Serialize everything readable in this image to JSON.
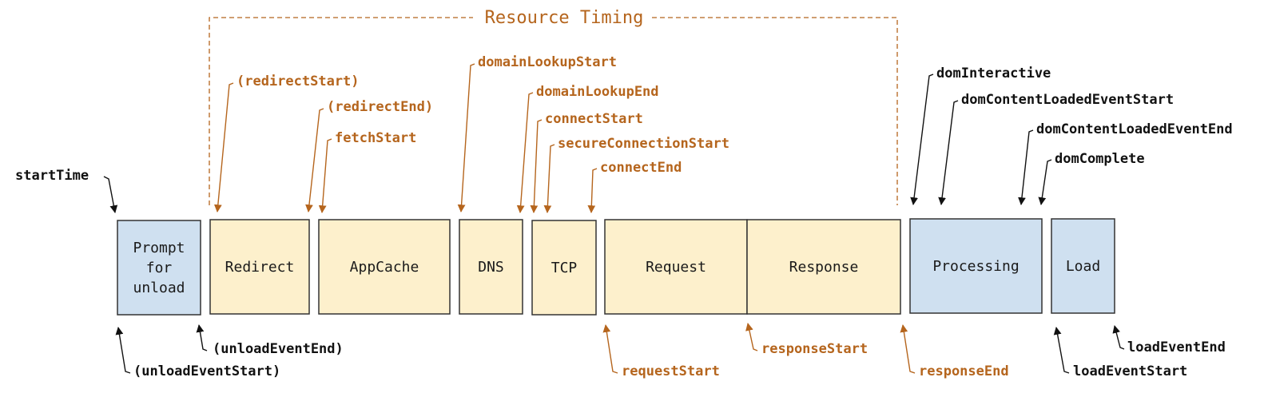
{
  "colors": {
    "resource": "#b5651d",
    "navigation": "#111111",
    "resource_box_fill": "#fdf0cc",
    "navigation_box_fill": "#cfe0f0",
    "box_stroke": "#333333"
  },
  "resource_timing": {
    "title": "Resource Timing"
  },
  "boxes": [
    {
      "key": "prompt",
      "lines": [
        "Prompt",
        "for",
        "unload"
      ],
      "kind": "navigation"
    },
    {
      "key": "redirect",
      "lines": [
        "Redirect"
      ],
      "kind": "resource"
    },
    {
      "key": "appcache",
      "lines": [
        "AppCache"
      ],
      "kind": "resource"
    },
    {
      "key": "dns",
      "lines": [
        "DNS"
      ],
      "kind": "resource"
    },
    {
      "key": "tcp",
      "lines": [
        "TCP"
      ],
      "kind": "resource"
    },
    {
      "key": "request",
      "lines": [
        "Request"
      ],
      "kind": "resource"
    },
    {
      "key": "response",
      "lines": [
        "Response"
      ],
      "kind": "resource"
    },
    {
      "key": "processing",
      "lines": [
        "Processing"
      ],
      "kind": "navigation"
    },
    {
      "key": "load",
      "lines": [
        "Load"
      ],
      "kind": "navigation"
    }
  ],
  "markers": [
    {
      "key": "startTime",
      "text": "startTime",
      "kind": "navigation"
    },
    {
      "key": "unloadEventStart",
      "text": "(unloadEventStart)",
      "kind": "navigation"
    },
    {
      "key": "unloadEventEnd",
      "text": "(unloadEventEnd)",
      "kind": "navigation"
    },
    {
      "key": "redirectStart",
      "text": "(redirectStart)",
      "kind": "resource"
    },
    {
      "key": "redirectEnd",
      "text": "(redirectEnd)",
      "kind": "resource"
    },
    {
      "key": "fetchStart",
      "text": "fetchStart",
      "kind": "resource"
    },
    {
      "key": "domainLookupStart",
      "text": "domainLookupStart",
      "kind": "resource"
    },
    {
      "key": "domainLookupEnd",
      "text": "domainLookupEnd",
      "kind": "resource"
    },
    {
      "key": "connectStart",
      "text": "connectStart",
      "kind": "resource"
    },
    {
      "key": "secureConnectionStart",
      "text": "secureConnectionStart",
      "kind": "resource"
    },
    {
      "key": "connectEnd",
      "text": "connectEnd",
      "kind": "resource"
    },
    {
      "key": "requestStart",
      "text": "requestStart",
      "kind": "resource"
    },
    {
      "key": "responseStart",
      "text": "responseStart",
      "kind": "resource"
    },
    {
      "key": "responseEnd",
      "text": "responseEnd",
      "kind": "resource"
    },
    {
      "key": "domInteractive",
      "text": "domInteractive",
      "kind": "navigation"
    },
    {
      "key": "domContentLoadedEventStart",
      "text": "domContentLoadedEventStart",
      "kind": "navigation"
    },
    {
      "key": "domContentLoadedEventEnd",
      "text": "domContentLoadedEventEnd",
      "kind": "navigation"
    },
    {
      "key": "domComplete",
      "text": "domComplete",
      "kind": "navigation"
    },
    {
      "key": "loadEventStart",
      "text": "loadEventStart",
      "kind": "navigation"
    },
    {
      "key": "loadEventEnd",
      "text": "loadEventEnd",
      "kind": "navigation"
    }
  ]
}
